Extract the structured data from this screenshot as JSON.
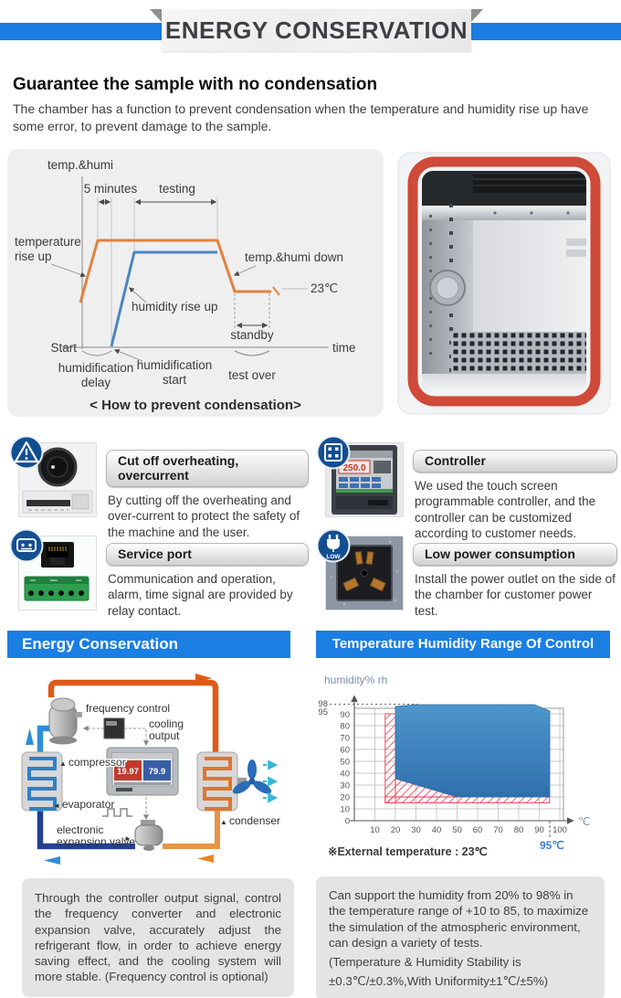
{
  "banner": {
    "title": "ENERGY CONSERVATION"
  },
  "intro": {
    "heading": "Guarantee the sample with no condensation",
    "body": "The chamber has a function to prevent condensation when the temperature and humidity rise up have some error, to prevent damage to the sample."
  },
  "chart_data": [
    {
      "type": "line",
      "title": "< How to prevent condensation>",
      "xlabel": "time",
      "ylabel": "temp.&humi",
      "series": [
        {
          "name": "temperature",
          "color": "#e0823e",
          "points": [
            [
              0,
              20
            ],
            [
              7,
              72
            ],
            [
              55,
              72
            ],
            [
              62,
              27
            ],
            [
              77,
              27
            ]
          ],
          "note": "rises first, plateau through testing, drops to 23℃ then standby"
        },
        {
          "name": "humidity",
          "color": "#4c86c0",
          "points": [
            [
              12,
              0
            ],
            [
              21,
              62
            ],
            [
              55,
              62
            ]
          ],
          "note": "starts after humidification delay, plateau below temperature until test over"
        }
      ],
      "labels": {
        "y_axis": "temp.&humi",
        "x_axis": "time",
        "five_minutes": "5 minutes",
        "testing": "testing",
        "temp_rise_line1": "temperature",
        "temp_rise_line2": "rise up",
        "temp_humi_down": "temp.&humi down",
        "ambient": "23℃",
        "humidity_rise": "humidity rise up",
        "start": "Start",
        "standby": "standby",
        "humid_delay_line1": "humidification",
        "humid_delay_line2": "delay",
        "humid_start_line1": "humidification",
        "humid_start_line2": "start",
        "test_over": "test over",
        "caption": "< How to prevent condensation>"
      }
    },
    {
      "type": "area",
      "title": "Temperature Humidity Range Of Control",
      "xlabel": "℃",
      "ylabel": "humidity% rh",
      "xlim": [
        0,
        102
      ],
      "ylim": [
        0,
        98
      ],
      "x_ticks": [
        10,
        20,
        30,
        40,
        50,
        60,
        70,
        80,
        90,
        100
      ],
      "y_ticks": [
        0,
        10,
        20,
        30,
        40,
        50,
        60,
        70,
        80,
        90,
        95,
        98
      ],
      "x_tick_labels": [
        "10",
        "20",
        "30",
        "40",
        "50",
        "60",
        "70",
        "80",
        "90",
        "100"
      ],
      "y_tick_labels": [
        "98",
        "95",
        "90",
        "80",
        "70",
        "60",
        "50",
        "40",
        "30",
        "20",
        "10",
        "0"
      ],
      "control_region_temp_humidity": [
        [
          20,
          35
        ],
        [
          20,
          96
        ],
        [
          30,
          97
        ],
        [
          87,
          97
        ],
        [
          95,
          93
        ],
        [
          95,
          20
        ],
        [
          50,
          20
        ]
      ],
      "hatched_limit_bands": {
        "left_band_temp": [
          15,
          20
        ],
        "left_band_humidity": [
          15,
          90
        ],
        "bottom_band_humidity": [
          15,
          20
        ],
        "bottom_band_temp": [
          15,
          95
        ],
        "wedge": [
          [
            20,
            35
          ],
          [
            50,
            20
          ],
          [
            20,
            20
          ]
        ]
      },
      "grid": true,
      "annotations": {
        "max_temp": "95℃",
        "external_note": "※External temperature : 23℃"
      },
      "region_color": "#3c80ba",
      "hatch_color": "#e23a52"
    }
  ],
  "features": [
    {
      "icon": "warning-triangle-icon",
      "title": "Cut off overheating, overcurrent",
      "body": "By cutting off the overheating and over-current to protect the safety of the machine and the user."
    },
    {
      "icon": "touch-screen-icon",
      "title": "Controller",
      "body": "We used the touch screen programmable controller, and the controller can be customized according to customer needs.",
      "photo_display": "250.0"
    },
    {
      "icon": "connector-icon",
      "title": "Service port",
      "body": "Communication and operation, alarm, time signal are provided by relay contact."
    },
    {
      "icon": "plug-low-icon",
      "badge_text": "LOW",
      "title": "Low power consumption",
      "body": "Install the power outlet on the side of the chamber for customer power test."
    }
  ],
  "sections": {
    "left_header": "Energy Conservation",
    "right_header": "Temperature Humidity Range Of Control"
  },
  "refrigeration": {
    "frequency_control": "frequency control",
    "cooling_output_line1": "cooling",
    "cooling_output_line2": "output",
    "compressor": "compressor",
    "evaporator": "evaporator",
    "eev_line1": "electronic",
    "eev_line2": "expansion valve",
    "condenser": "condenser",
    "display_temp": "19.97",
    "display_humi": "79.9"
  },
  "notes": {
    "left": "Through the controller output signal, control the frequency converter and electronic expansion valve, accurately adjust the refrigerant flow, in order to achieve energy saving effect, and the cooling system will more stable. (Frequency control is optional)",
    "right_main": "Can support the humidity from 20% to 98% in the temperature range of +10 to 85, to maximize the simulation of the atmospheric environment, can design a variety of tests.",
    "right_note_line1": "(Temperature & Humidity Stability is",
    "right_note_line2": "±0.3℃/±0.3%,With Uniformity±1℃/±5%)"
  },
  "colors": {
    "accent_blue": "#1b7ee2",
    "banner_blue": "#1b7de2",
    "pipe_orange": "#e05a17",
    "pipe_blue_dark": "#23418f",
    "pipe_blue_light": "#2e8fd6",
    "curve_orange": "#e0823e",
    "curve_blue": "#4c86c0",
    "region_blue": "#3c80ba",
    "hatch_red": "#e23a52",
    "badge_blue": "#124f92",
    "gasket_red": "#cf4a38"
  }
}
